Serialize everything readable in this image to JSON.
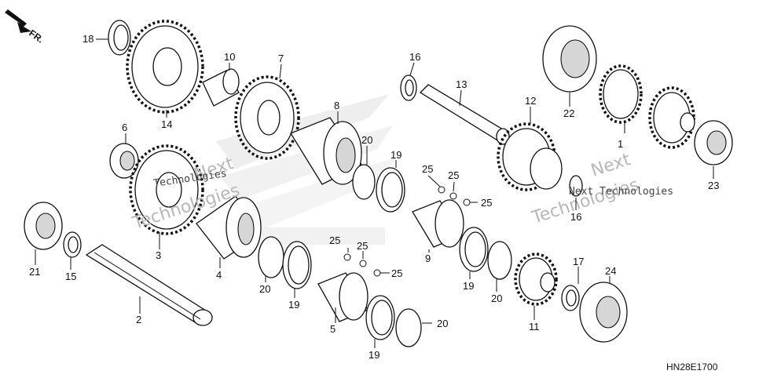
{
  "diagram": {
    "direction_label": "FR.",
    "code": "HN28E1700",
    "watermarks": [
      "Next",
      "Technologies",
      "Next",
      "Technologies",
      "Technologies",
      "Next Technologies"
    ],
    "labels": [
      "1",
      "2",
      "3",
      "4",
      "5",
      "6",
      "7",
      "8",
      "9",
      "10",
      "11",
      "12",
      "13",
      "14",
      "15",
      "16",
      "16",
      "17",
      "18",
      "19",
      "19",
      "19",
      "19",
      "20",
      "20",
      "20",
      "20",
      "21",
      "22",
      "23",
      "24",
      "25",
      "25",
      "25",
      "25",
      "25",
      "25"
    ],
    "colors": {
      "ink": "#111111",
      "watermark": "#b8b8b8",
      "shade": "#d6d6d6"
    }
  }
}
